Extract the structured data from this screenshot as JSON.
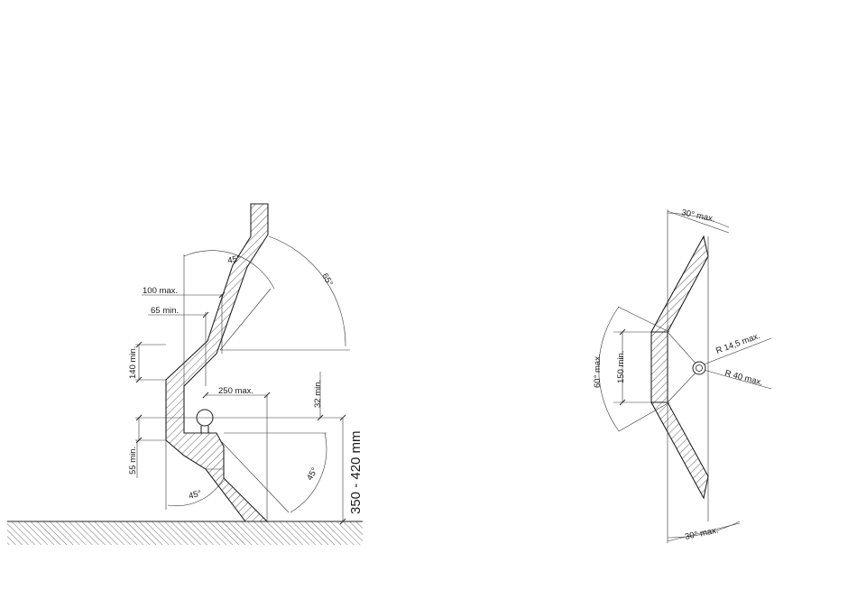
{
  "side_view": {
    "labels": {
      "a45_top": "45°",
      "a65": "65°",
      "d100": "100 max.",
      "d65": "65 min.",
      "d140": "140 min.",
      "d250": "250 max.",
      "d32": "32 min.",
      "d55": "55 min.",
      "a45_right": "45°",
      "a45_bottom": "45°",
      "height_range": "350 - 420 mm"
    }
  },
  "top_view": {
    "labels": {
      "a30_top": "30° max.",
      "a60": "60° max.",
      "d150": "150 min.",
      "r14": "R 14,5 max.",
      "r40": "R 40 max.",
      "a30_bottom": "30° max."
    }
  },
  "colors": {
    "line": "#222222",
    "background": "#ffffff"
  }
}
